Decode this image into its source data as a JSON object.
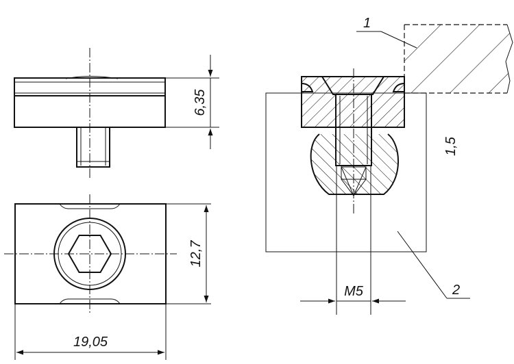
{
  "dimensions": {
    "height": "6,35",
    "width": "12,7",
    "length": "19,05",
    "thread": "M5",
    "clearance": "1,5"
  },
  "callouts": {
    "part_1": "1",
    "part_2": "2"
  },
  "colors": {
    "line": "#111111",
    "background": "#ffffff"
  }
}
